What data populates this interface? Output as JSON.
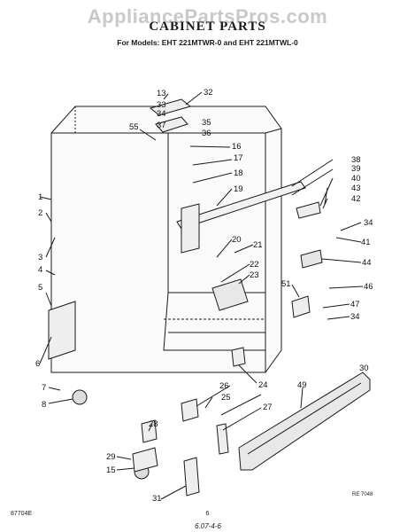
{
  "watermark": "AppliancePartsPros.com",
  "title": "CABINET PARTS",
  "subtitle": "For Models: EHT 221MTWR-0 and EHT 221MTWL-0",
  "footer": {
    "left": "87704E",
    "center": "6",
    "right": "6.07-4-6"
  },
  "diagram_ref": "RE 7048",
  "callouts": [
    "1",
    "2",
    "3",
    "4",
    "5",
    "6",
    "7",
    "8",
    "13",
    "15",
    "16",
    "17",
    "18",
    "19",
    "20",
    "21",
    "22",
    "23",
    "24",
    "25",
    "26",
    "27",
    "28",
    "29",
    "30",
    "31",
    "32",
    "33",
    "34",
    "35",
    "36",
    "37",
    "38",
    "39",
    "40",
    "41",
    "42",
    "43",
    "44",
    "46",
    "47",
    "49",
    "51",
    "55"
  ]
}
